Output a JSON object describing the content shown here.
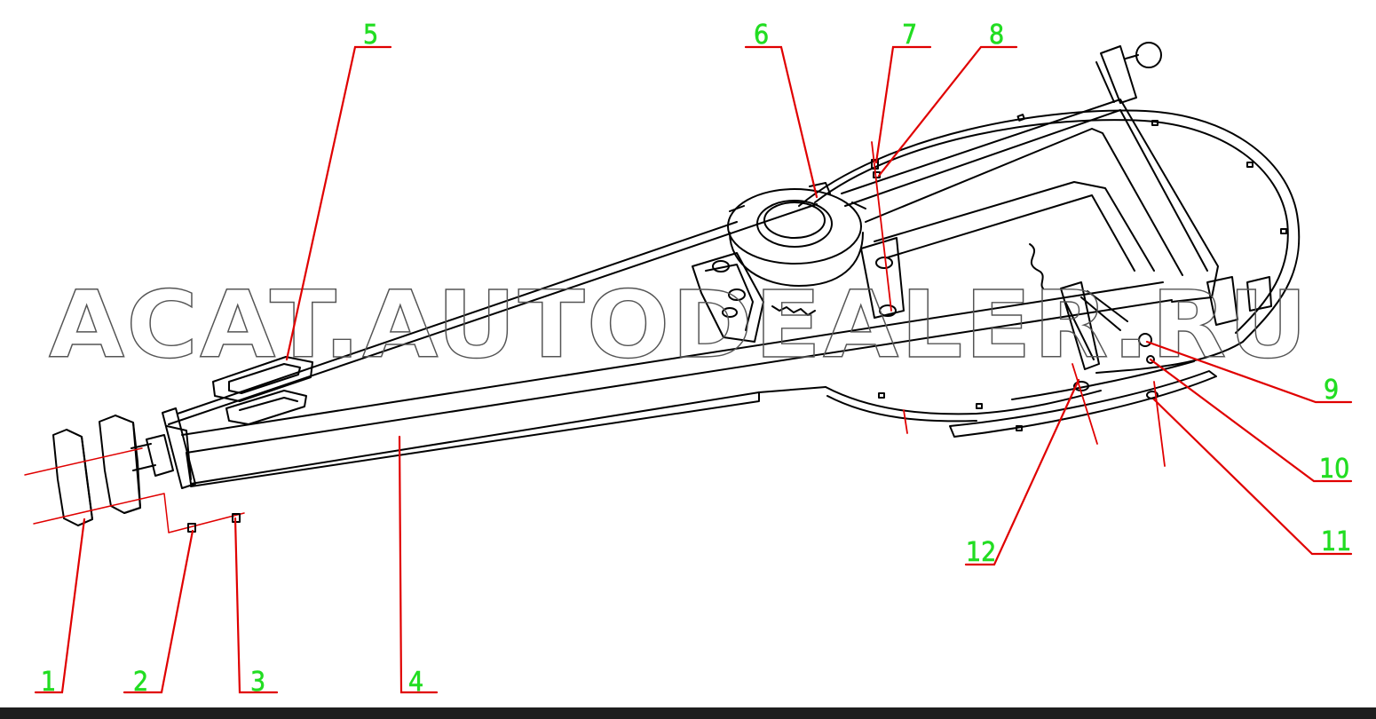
{
  "watermark": {
    "text": "ACAT.AUTODEALER.RU",
    "stroke": "#555555"
  },
  "colors": {
    "leader": "#e00000",
    "label": "#22dd22",
    "line": "#000000"
  },
  "callouts": [
    {
      "id": "callout-1",
      "label": "1"
    },
    {
      "id": "callout-2",
      "label": "2"
    },
    {
      "id": "callout-3",
      "label": "3"
    },
    {
      "id": "callout-4",
      "label": "4"
    },
    {
      "id": "callout-5",
      "label": "5"
    },
    {
      "id": "callout-6",
      "label": "6"
    },
    {
      "id": "callout-7",
      "label": "7"
    },
    {
      "id": "callout-8",
      "label": "8"
    },
    {
      "id": "callout-9",
      "label": "9"
    },
    {
      "id": "callout-10",
      "label": "10"
    },
    {
      "id": "callout-11",
      "label": "11"
    },
    {
      "id": "callout-12",
      "label": "12"
    }
  ]
}
